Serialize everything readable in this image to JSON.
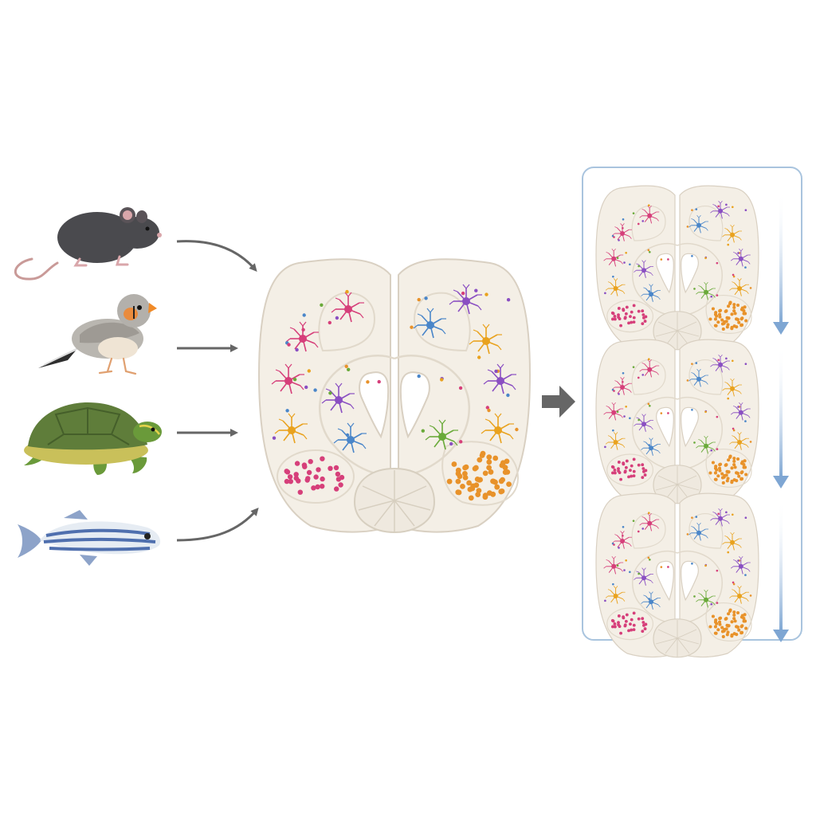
{
  "diagram": {
    "species": [
      {
        "id": "mouse",
        "icon": "mouse-icon"
      },
      {
        "id": "zebra-finch",
        "icon": "bird-icon"
      },
      {
        "id": "turtle",
        "icon": "turtle-icon"
      },
      {
        "id": "zebrafish",
        "icon": "fish-icon"
      }
    ],
    "cell_colors": [
      "#d63f7a",
      "#8a4fc2",
      "#e9a21e",
      "#4a86c9",
      "#6aaa3a",
      "#e8922a"
    ],
    "palette": {
      "brain_fill": "#f4efe6",
      "brain_stroke": "#d9d0c2",
      "arrow": "#666666",
      "panel_border": "#a9c4de",
      "down_arrow": "#7ea6d3"
    },
    "output_panel": {
      "section_count": 3
    }
  }
}
